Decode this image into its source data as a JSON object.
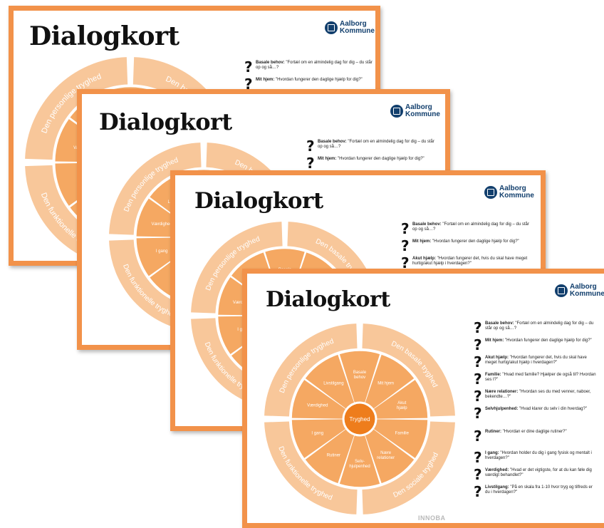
{
  "cards": [
    {
      "title": "Dialogkort",
      "logo": {
        "line1": "Aalborg",
        "line2": "Kommune"
      },
      "questions_visible": 2
    },
    {
      "title": "Dialogkort",
      "logo": {
        "line1": "Aalborg",
        "line2": "Kommune"
      },
      "questions_visible": 2
    },
    {
      "title": "Dialogkort",
      "logo": {
        "line1": "Aalborg",
        "line2": "Kommune"
      },
      "questions_visible": 3
    },
    {
      "title": "Dialogkort",
      "logo": {
        "line1": "Aalborg",
        "line2": "Kommune"
      },
      "questions_visible": 10,
      "footer": "INNOBA"
    }
  ],
  "wheel": {
    "center": "Tryghed",
    "outer_labels": [
      "Den basale tryghed",
      "Den sociale tryghed",
      "Den funktionelle tryghed",
      "Den personlige tryghed"
    ],
    "segments": [
      "Basale behov",
      "Mit hjem",
      "Akut hjælp",
      "Familie",
      "Nære relationer",
      "Selv-hjulpenhed",
      "Rutiner",
      "I gang",
      "Værdighed",
      "Livstilgang"
    ]
  },
  "questions": [
    {
      "label": "Basale behov:",
      "text": " \"Fortæl om en almindelig dag for dig – du står op og så…?"
    },
    {
      "label": "Mit hjem:",
      "text": " \"Hvordan fungerer den daglige hjælp for dig?\""
    },
    {
      "label": "Akut hjælp:",
      "text": " \"Hvordan fungerer det, hvis du skal have meget hurtig/akut hjælp i hverdagen?\""
    },
    {
      "label": "Familie:",
      "text": " \"Hvad med familie? Hjælper de også til? Hvordan ses I?\""
    },
    {
      "label": "Nære relationer:",
      "text": " \"Hvordan ses du med venner, naboer, bekendte…?\""
    },
    {
      "label": "Selvhjulpenhed:",
      "text": " \"Hvad klarer du selv i din hverdag?\""
    },
    {
      "label": "Rutiner:",
      "text": " \"Hvordan er dine daglige rutiner?\""
    },
    {
      "label": "I gang:",
      "text": " \"Hvordan holder du dig i gang fysisk og mentalt i hverdagen?\""
    },
    {
      "label": "Værdighed:",
      "text": " \"Hvad er det vigtigste, for at du kan føle dig værdigt behandlet?\""
    },
    {
      "label": "Livstilgang:",
      "text": " \"På en skala fra 1-10 hvor tryg og tilfreds er du i hverdagen?\""
    }
  ],
  "colors": {
    "border": "#f2924a",
    "outer_ring": "#f8c79a",
    "mid_ring": "#f5a862",
    "inner": "#f08a2e",
    "center": "#ee7d1c",
    "logo": "#123f6d"
  }
}
